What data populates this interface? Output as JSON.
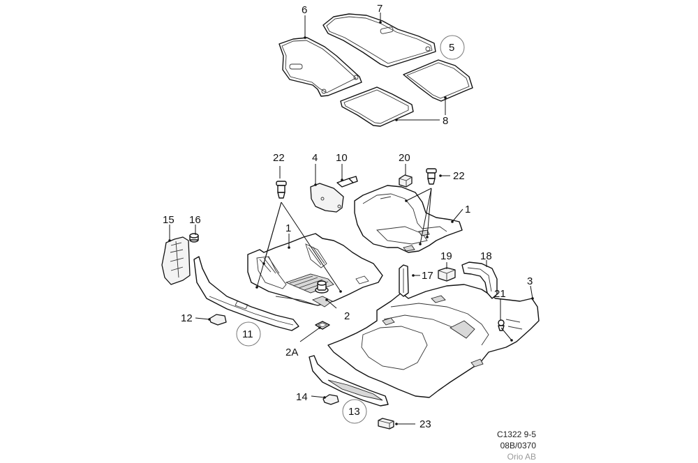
{
  "callouts": {
    "c1a": "1",
    "c1b": "1",
    "c2": "2",
    "c2a": "2A",
    "c3": "3",
    "c4": "4",
    "c5": "5",
    "c6": "6",
    "c7": "7",
    "c8": "8",
    "c10": "10",
    "c11": "11",
    "c12": "12",
    "c13": "13",
    "c14": "14",
    "c15": "15",
    "c16": "16",
    "c17": "17",
    "c18": "18",
    "c19": "19",
    "c20": "20",
    "c21": "21",
    "c22a": "22",
    "c22b": "22",
    "c23": "23"
  },
  "footer": {
    "code": "C1322 9-5",
    "ref": "08B/0370",
    "company": "Orio AB"
  }
}
